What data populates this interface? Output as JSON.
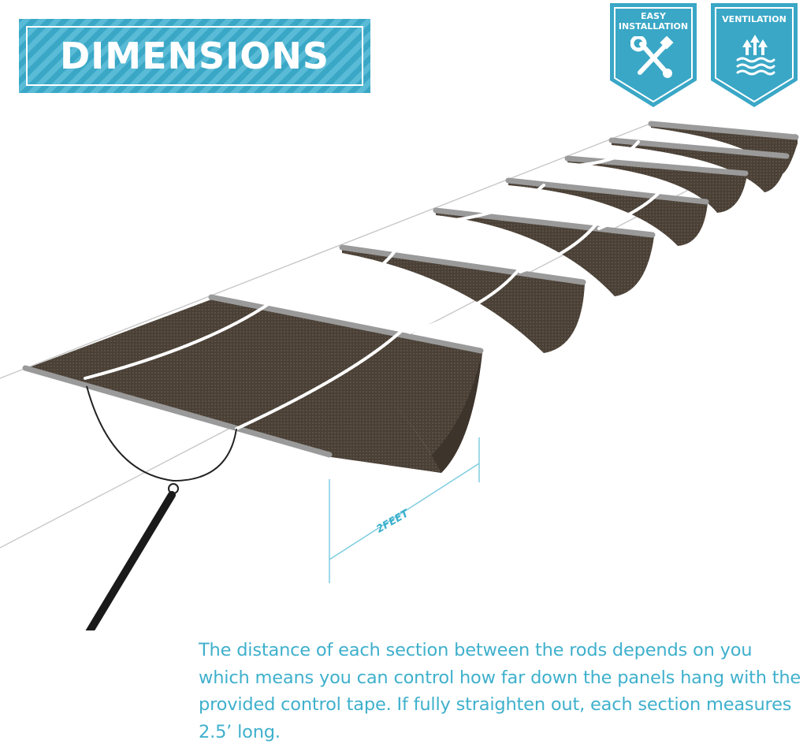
{
  "title": "DIMENSIONS",
  "badges": [
    {
      "label_line1": "EASY",
      "label_line2": "INSTALLATION",
      "icon": "tools-icon"
    },
    {
      "label_line1": "VENTILATION",
      "icon": "ventilation-icon"
    }
  ],
  "dimension_label": "2FEET",
  "caption": "The distance of each section between the rods depends on you which means you can control how far down the panels hang with the provided control tape. If fully straighten out, each section measures 2.5’ long.",
  "colors": {
    "accent": "#3aa7c6",
    "fabric": "#4a4036",
    "rod": "#9a9a9a",
    "text": "#3fb0cc"
  }
}
